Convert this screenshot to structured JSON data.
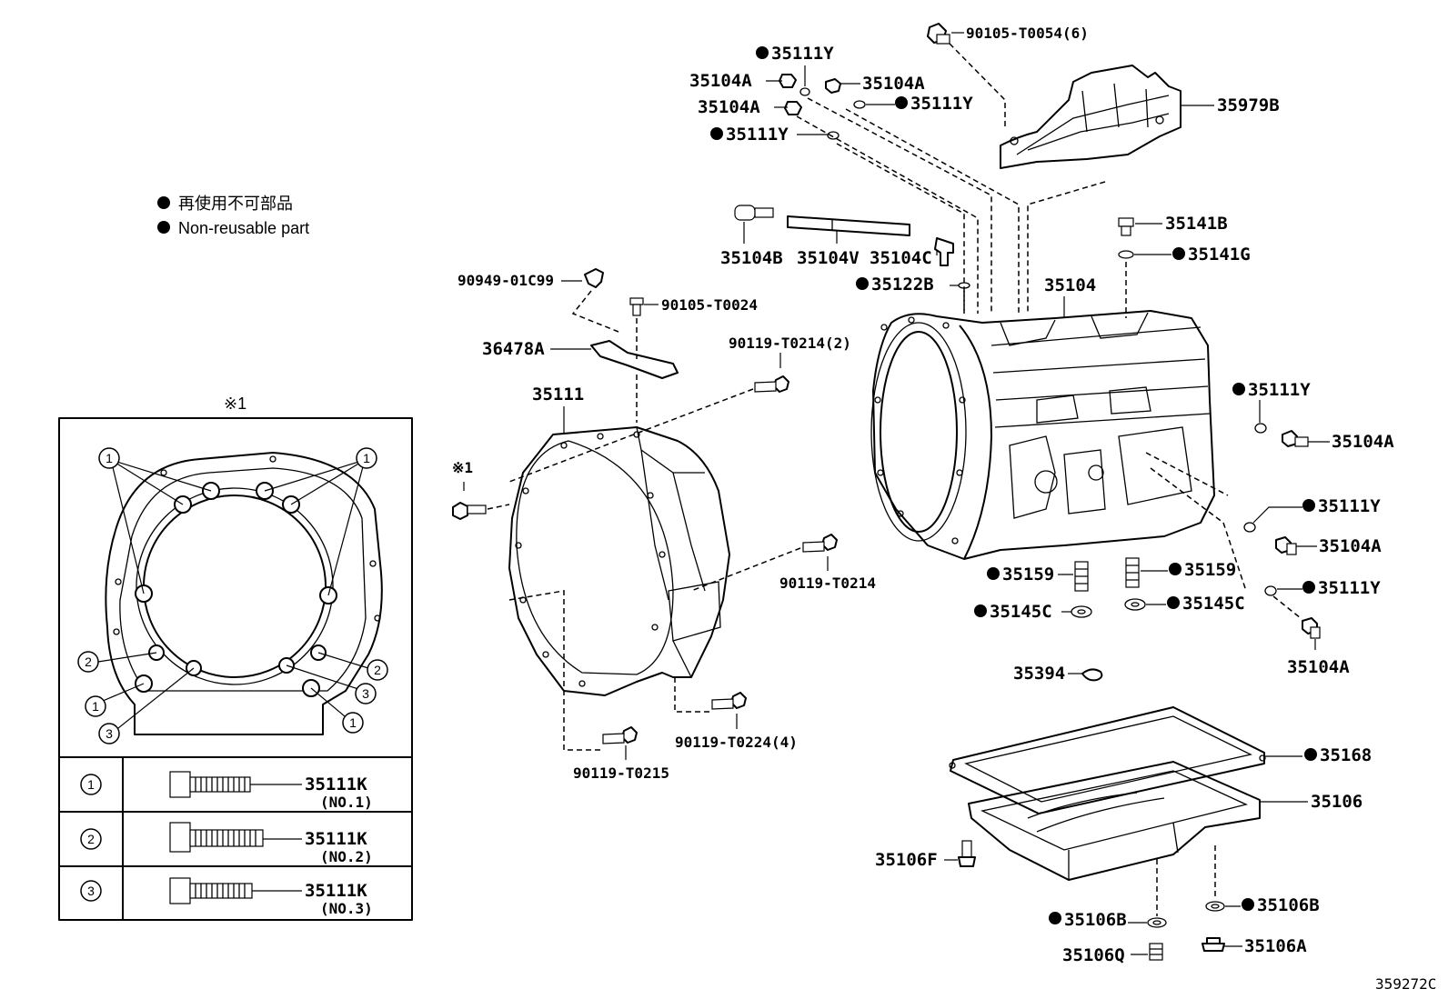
{
  "legend": {
    "japanese": "再使用不可部品",
    "english": "Non-reusable part"
  },
  "detail": {
    "marker": "※1",
    "ref_marker": "※1",
    "rows": [
      {
        "mark": "1",
        "part": "35111K",
        "note": "(NO.1)"
      },
      {
        "mark": "2",
        "part": "35111K",
        "note": "(NO.2)"
      },
      {
        "mark": "3",
        "part": "35111K",
        "note": "(NO.3)"
      }
    ]
  },
  "labels": {
    "p90105_t0054": "90105-T0054(6)",
    "p35111y_top": "35111Y",
    "p35104a_1": "35104A",
    "p35104a_2": "35104A",
    "p35104a_3": "35104A",
    "p35111y_2": "35111Y",
    "p35111y_3": "35111Y",
    "p35979b": "35979B",
    "p35104b": "35104B",
    "p35104v": "35104V",
    "p35104c": "35104C",
    "p35141b": "35141B",
    "p35141g": "35141G",
    "p35122b": "35122B",
    "p35104": "35104",
    "p90949": "90949-01C99",
    "p90105_t0024": "90105-T0024",
    "p36478a": "36478A",
    "p90119_t0214_2": "90119-T0214(2)",
    "p35111": "35111",
    "p35111y_r1": "35111Y",
    "p35104a_r1": "35104A",
    "p35111y_r2": "35111Y",
    "p35104a_r2": "35104A",
    "p35111y_r3": "35111Y",
    "p35104a_r3": "35104A",
    "p35159_l": "35159",
    "p35159_r": "35159",
    "p35145c_l": "35145C",
    "p35145c_r": "35145C",
    "p90119_t0214": "90119-T0214",
    "p35394": "35394",
    "p90119_t0224": "90119-T0224(4)",
    "p90119_t0215": "90119-T0215",
    "p35168": "35168",
    "p35106": "35106",
    "p35106f": "35106F",
    "p35106b_l": "35106B",
    "p35106b_r": "35106B",
    "p35106q": "35106Q",
    "p35106a": "35106A"
  },
  "figure_id": "359272C"
}
